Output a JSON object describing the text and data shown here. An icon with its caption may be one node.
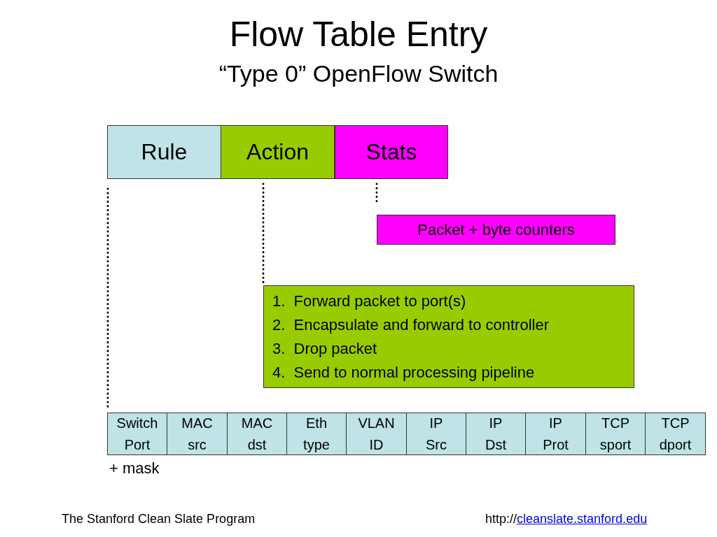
{
  "diagram": {
    "title": "Flow Table Entry",
    "caption": "“Type 0” OpenFlow Switch",
    "nodes": [
      {
        "text": [
          "Rule"
        ]
      },
      {
        "text": [
          "Action"
        ]
      },
      {
        "text": [
          "Stats"
        ]
      },
      {
        "text": [
          "Packet + byte counters"
        ]
      },
      {
        "text": [
          "1.  Forward packet to port(s)",
          "2.  Encapsulate and forward to controller",
          "3.  Drop packet",
          "4.  Send to normal processing pipeline"
        ]
      },
      {
        "text": [
          "Switch Port"
        ],
        "beside": [
          "+ mask"
        ]
      },
      {
        "text": [
          "MAC src"
        ]
      },
      {
        "text": [
          "MAC dst"
        ]
      },
      {
        "text": [
          "Eth type"
        ]
      },
      {
        "text": [
          "VLAN ID"
        ]
      },
      {
        "text": [
          "IP Src"
        ]
      },
      {
        "text": [
          "IP Dst"
        ]
      },
      {
        "text": [
          "IP Prot"
        ]
      },
      {
        "text": [
          "TCP sport"
        ]
      },
      {
        "text": [
          "TCP dport"
        ]
      }
    ],
    "edges": [
      {
        "from": 0,
        "to": 5,
        "arrow": "none",
        "style": "dashed"
      },
      {
        "from": 1,
        "to": 4,
        "arrow": "none",
        "style": "dashed"
      },
      {
        "from": 2,
        "to": 3,
        "arrow": "none",
        "style": "dashed"
      }
    ],
    "labels": [
      "The Stanford Clean Slate Program",
      "http://",
      "cleanslate.stanford.edu"
    ]
  }
}
